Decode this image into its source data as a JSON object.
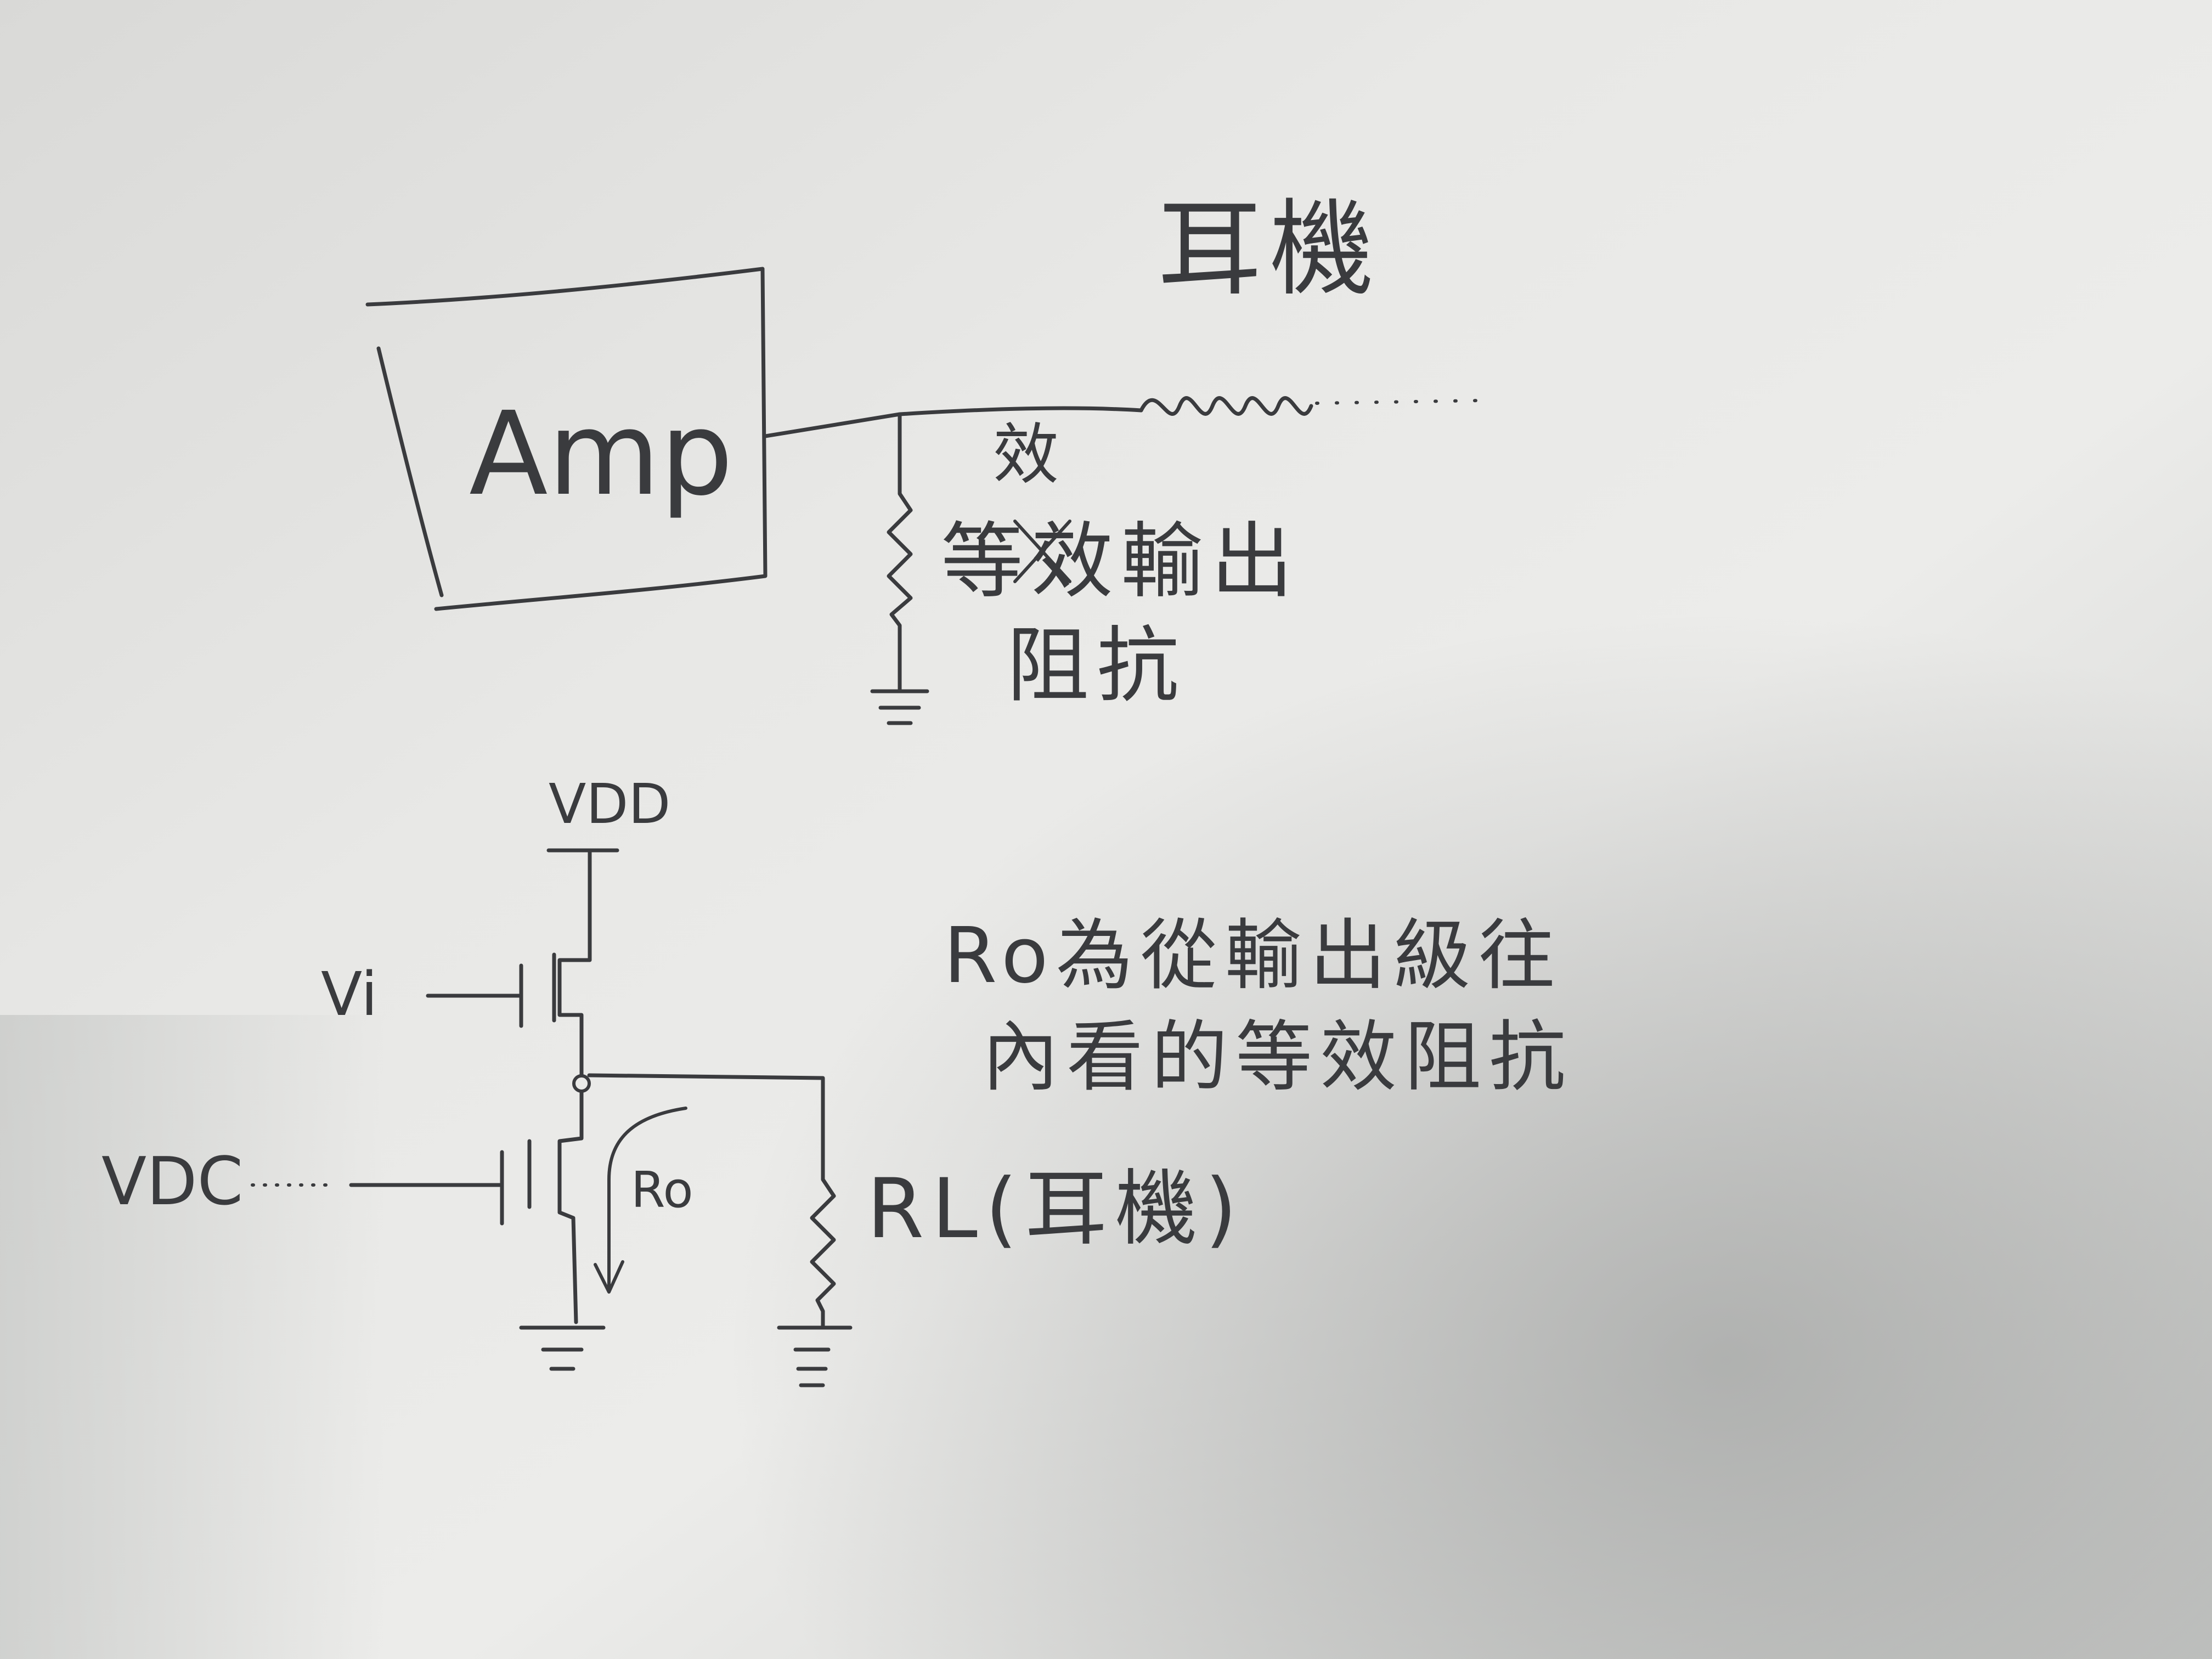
{
  "top_diagram": {
    "amp_label": "Amp",
    "earphone_label": "耳機",
    "resistor_label_correction": "效",
    "resistor_label_line1": "等效輸出",
    "resistor_label_line2": "阻抗"
  },
  "bottom_diagram": {
    "supply_label": "VDD",
    "input_label": "Vi",
    "bias_label": "VDC",
    "output_resistance_label": "Ro",
    "load_label": "RL(耳機)"
  },
  "note": {
    "line1": "Ro為從輸出級往",
    "line2": "內看的等效阻抗"
  },
  "colors": {
    "ink": "#3a3b3e",
    "paper_light": "#ececea",
    "paper_shadow": "#a8aaa8"
  }
}
